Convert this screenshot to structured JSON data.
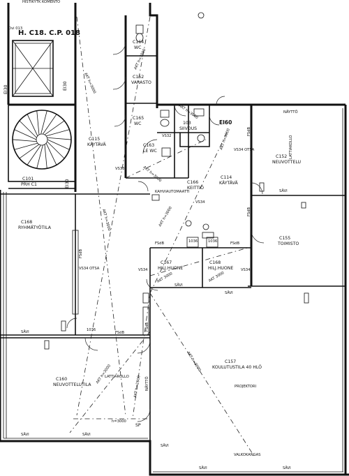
{
  "header": {
    "top_text": "HISTIKYTK KOMENTO",
    "sheet": "H. C18. C.P. 018",
    "sub": "Ovi 013"
  },
  "rooms": [
    {
      "id": "C101",
      "name": "PRH C1"
    },
    {
      "id": "C115",
      "name": "KÄYTÄVÄ"
    },
    {
      "id": "C164",
      "name": "WC"
    },
    {
      "id": "C162",
      "name": "VARASTO"
    },
    {
      "id": "C165",
      "name": "WC"
    },
    {
      "id": "103",
      "name": "SIIVOUS"
    },
    {
      "id": "C163",
      "name": "LE WC"
    },
    {
      "id": "C166",
      "name": "KEITTIÖ"
    },
    {
      "id": "C114",
      "name": "KÄYTÄVÄ"
    },
    {
      "id": "C152",
      "name": "NEUVOTTELU"
    },
    {
      "id": "C155",
      "name": "TOIMISTO"
    },
    {
      "id": "C168",
      "name": "RYHMÄTYÖTILA"
    },
    {
      "id": "C167",
      "name": "HILJ.HUONE"
    },
    {
      "id": "C168",
      "name": "HILJ.HUONE"
    },
    {
      "id": "C157",
      "name": "KOULUTUSTILA 40 HLÖ"
    },
    {
      "id": "C160",
      "name": "NEUVOTTELUTILA"
    }
  ],
  "annotations": {
    "ei30": "EI30",
    "ei60": "EI60",
    "vs34": "VS34",
    "vs34otsa": "VS34 OTSA",
    "vs33": "VS33",
    "vs32": "VS32",
    "savi": "SÄVI",
    "fsdb": "FSdB",
    "akt3000": "AKT h=3000",
    "akt3000b": "AKT h=3000",
    "akt3000c": "AKT 3000",
    "h3000": "h=3000",
    "akt2500": "AKT h=2500",
    "naytto": "NÄYTTÖ",
    "naytto2": "NÄYTTÖ",
    "lattia": "LATTIAROLLO",
    "kahvi": "KAHVIAUTOMAATTI",
    "projektori": "PROJEKTORI",
    "valkokangas": "VALKOKANGAS",
    "lattiakaivo": "LATTIAKOLLO",
    "sp": "SP",
    "d1036": "1036",
    "d1036b": "1036",
    "d1036c": "1036"
  }
}
